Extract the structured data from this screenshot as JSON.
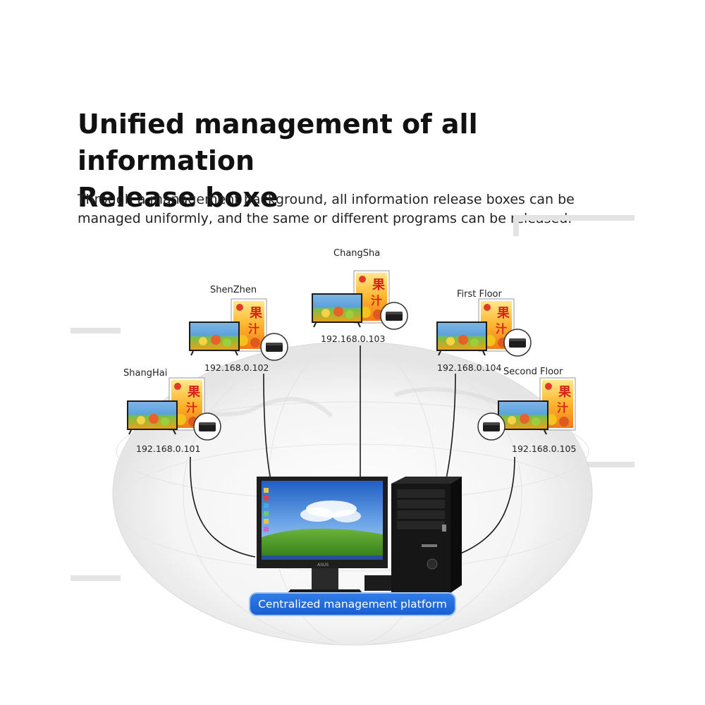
{
  "header": {
    "title_line1": "Unified management of all information",
    "title_line2": "Release boxe",
    "subtitle": "Through a management background, all information release boxes can be managed uniformly, and the same or different programs can be released."
  },
  "nodes": [
    {
      "id": "shanghai",
      "location": "ShangHai",
      "ip": "192.168.0.101"
    },
    {
      "id": "shenzhen",
      "location": "ShenZhen",
      "ip": "192.168.0.102"
    },
    {
      "id": "changsha",
      "location": "ChangSha",
      "ip": "192.168.0.103"
    },
    {
      "id": "first-floor",
      "location": "First Floor",
      "ip": "192.168.0.104"
    },
    {
      "id": "second-floor",
      "location": "Second Floor",
      "ip": "192.168.0.105"
    }
  ],
  "poster_text": {
    "big_char1": "果",
    "big_char2": "汁"
  },
  "platform": {
    "label": "Centralized management platform"
  },
  "colors": {
    "platform_badge": "#1f66d6",
    "cable": "#1a1a1a",
    "screen_sky": "#3d7fd8",
    "screen_grass": "#4a9a2a"
  }
}
